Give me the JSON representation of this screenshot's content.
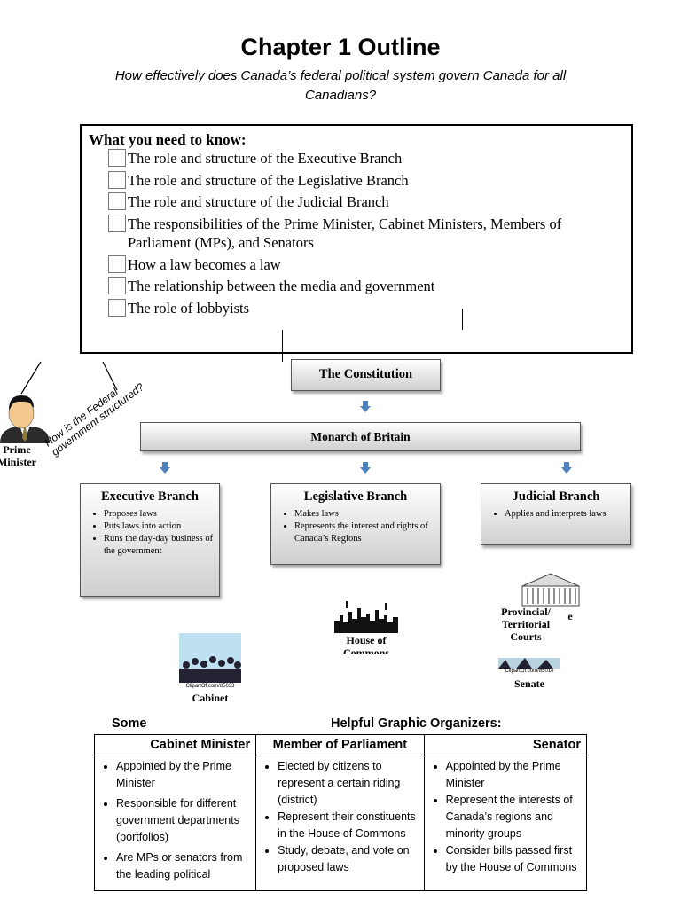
{
  "title": "Chapter 1 Outline",
  "subtitle": "How effectively does Canada’s federal political system govern Canada for all Canadians?",
  "know": {
    "heading": "What you need to know:",
    "items": [
      "The role and structure of the Executive Branch",
      "The role and structure of the Legislative Branch",
      "The role and structure of the Judicial Branch",
      "The responsibilities of the Prime Minister, Cabinet Ministers, Members of Parliament (MPs), and Senators",
      "How a law becomes a law",
      "The relationship between the media and government",
      "The role of lobbyists"
    ]
  },
  "side_question": "How is the Federal government structured?",
  "pm_label": "Prime Minister",
  "chart": {
    "constitution": "The Constitution",
    "monarch": "Monarch of Britain",
    "executive": {
      "title": "Executive Branch",
      "points": [
        "Proposes laws",
        "Puts laws into action",
        "Runs the day-day business of the government"
      ]
    },
    "legislative": {
      "title": "Legislative Branch",
      "points": [
        "Makes laws",
        "Represents the interest and rights of Canada’s Regions"
      ]
    },
    "judicial": {
      "title": "Judicial Branch",
      "points": [
        "Applies and interprets laws"
      ]
    }
  },
  "images": {
    "cabinet_credit": "ClipartOf.com/85033",
    "cabinet_label": "Cabinet",
    "house_label": "House of Commons",
    "courts_label": "Provincial/ Territorial Courts",
    "courts_suffix": "e",
    "senate_credit": "ClipartOf.com/85018",
    "senate_label": "Senate"
  },
  "organizers": {
    "left_word": "Some",
    "heading": "Helpful Graphic Organizers:",
    "columns": [
      "Cabinet Minister",
      "Member of Parliament",
      "Senator"
    ],
    "cabinet_minister": [
      "Appointed by the Prime Minister",
      "Responsible for different government departments (portfolios)",
      "Are MPs or senators from the leading political"
    ],
    "member_of_parliament": [
      "Elected by citizens to represent a certain riding (district)",
      "Represent their constituents in the House of Commons",
      "Study, debate, and vote on proposed laws"
    ],
    "senator": [
      "Appointed by the Prime Minister",
      "Represent the interests of Canada’s regions and minority groups",
      "Consider bills passed first by the House of Commons"
    ]
  }
}
